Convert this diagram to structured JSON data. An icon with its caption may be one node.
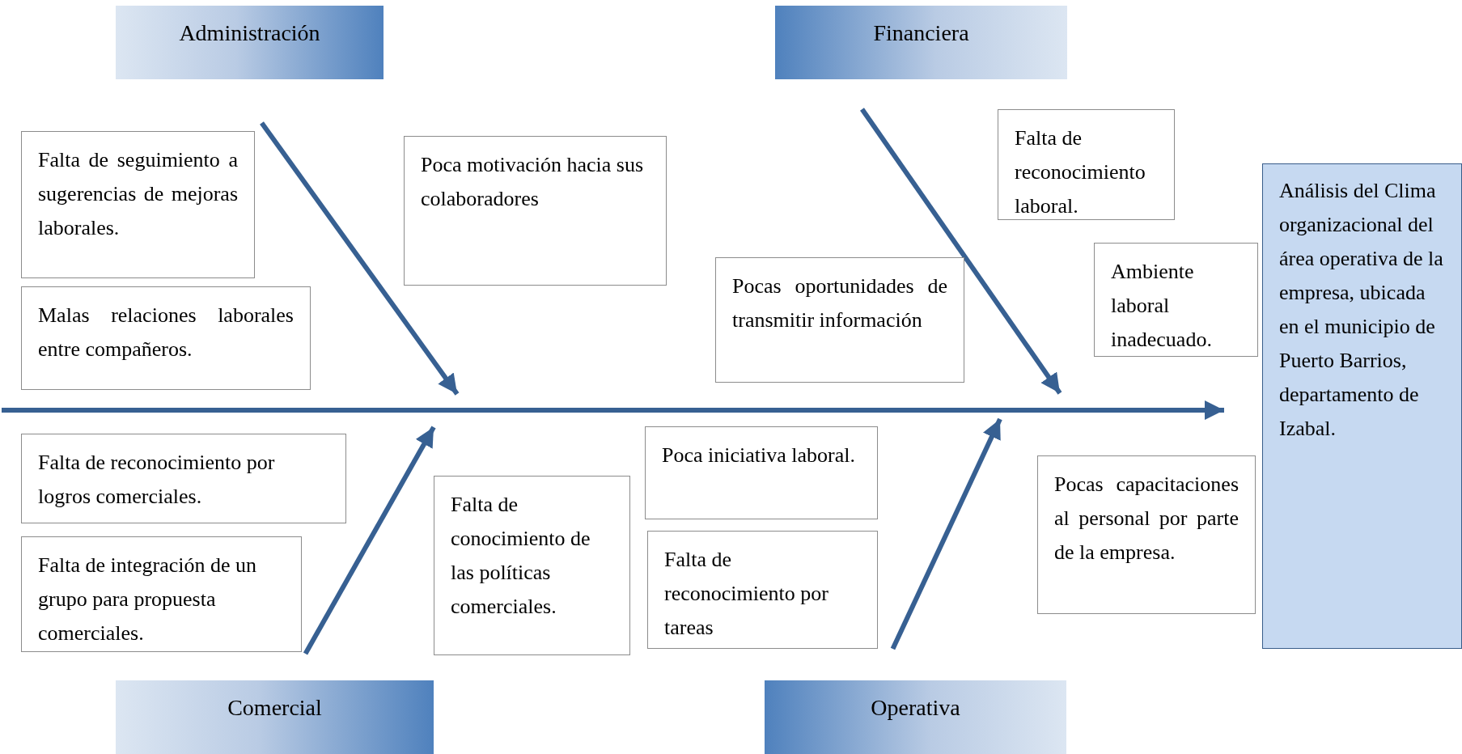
{
  "diagram": {
    "nodes": [
      {
        "text": [
          "Administración"
        ]
      },
      {
        "text": [
          "Financiera"
        ]
      },
      {
        "text": [
          "Falta de seguimiento a sugerencias de mejoras laborales."
        ]
      },
      {
        "text": [
          "Poca motivación hacia sus colaboradores"
        ]
      },
      {
        "text": [
          "Falta de reconocimiento laboral."
        ]
      },
      {
        "text": [
          "Análisis del Clima organizacional del área operativa de la empresa, ubicada en el municipio de Puerto Barrios, departamento de Izabal."
        ]
      },
      {
        "text": [
          "Malas relaciones laborales entre compañeros."
        ]
      },
      {
        "text": [
          "Pocas oportunidades de transmitir información"
        ]
      },
      {
        "text": [
          "Ambiente laboral inadecuado."
        ]
      },
      {
        "text": [
          "Falta de reconocimiento por logros comerciales."
        ]
      },
      {
        "text": [
          "Poca iniciativa laboral."
        ]
      },
      {
        "text": [
          "Pocas capacitaciones al personal por parte de la empresa."
        ]
      },
      {
        "text": [
          "Falta de conocimiento de las políticas comerciales."
        ]
      },
      {
        "text": [
          "Falta de integración de un grupo para propuesta comerciales."
        ]
      },
      {
        "text": [
          "Falta de reconocimiento por tareas"
        ]
      },
      {
        "text": [
          "Comercial"
        ]
      },
      {
        "text": [
          "Operativa"
        ]
      }
    ],
    "edges": [
      {
        "from": null,
        "to": 5,
        "arrow": "to"
      },
      {
        "from": 0,
        "to": null,
        "arrow": "to"
      },
      {
        "from": 1,
        "to": null,
        "arrow": "to"
      },
      {
        "from": 15,
        "to": null,
        "arrow": "to"
      },
      {
        "from": 16,
        "to": null,
        "arrow": "to"
      }
    ]
  }
}
